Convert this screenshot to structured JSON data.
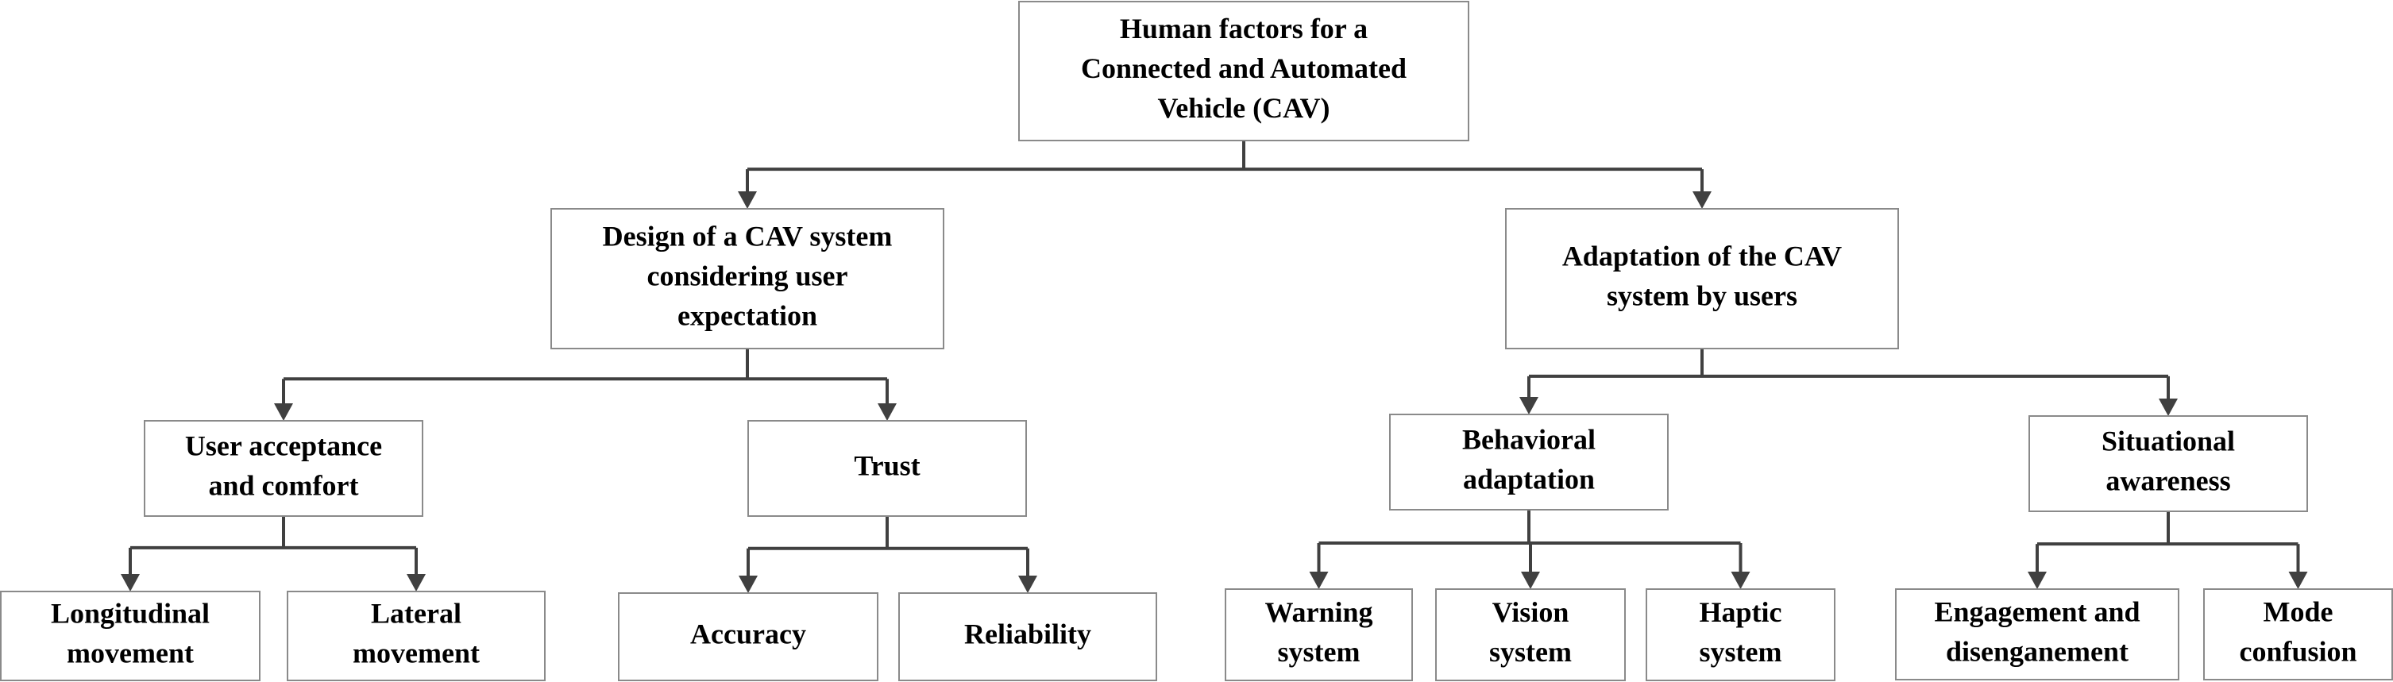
{
  "nodes": {
    "root": {
      "lines": [
        "Human factors for a",
        "Connected and Automated",
        "Vehicle (CAV)"
      ]
    },
    "design": {
      "lines": [
        "Design of a CAV system",
        "considering user",
        "expectation"
      ]
    },
    "adaptation": {
      "lines": [
        "Adaptation of the CAV",
        "system by users"
      ]
    },
    "acceptance": {
      "lines": [
        "User acceptance",
        "and comfort"
      ]
    },
    "trust": {
      "lines": [
        "Trust"
      ]
    },
    "behavioral": {
      "lines": [
        "Behavioral",
        "adaptation"
      ]
    },
    "situational": {
      "lines": [
        "Situational",
        "awareness"
      ]
    },
    "longitudinal": {
      "lines": [
        "Longitudinal",
        "movement"
      ]
    },
    "lateral": {
      "lines": [
        "Lateral",
        "movement"
      ]
    },
    "accuracy": {
      "lines": [
        "Accuracy"
      ]
    },
    "reliability": {
      "lines": [
        "Reliability"
      ]
    },
    "warning": {
      "lines": [
        "Warning",
        "system"
      ]
    },
    "vision": {
      "lines": [
        "Vision",
        "system"
      ]
    },
    "haptic": {
      "lines": [
        "Haptic",
        "system"
      ]
    },
    "engagement": {
      "lines": [
        "Engagement and",
        "disenganement"
      ]
    },
    "mode": {
      "lines": [
        "Mode",
        "confusion"
      ]
    }
  },
  "edges": [
    {
      "from": "root",
      "to": [
        "design",
        "adaptation"
      ]
    },
    {
      "from": "design",
      "to": [
        "acceptance",
        "trust"
      ]
    },
    {
      "from": "adaptation",
      "to": [
        "behavioral",
        "situational"
      ]
    },
    {
      "from": "acceptance",
      "to": [
        "longitudinal",
        "lateral"
      ]
    },
    {
      "from": "trust",
      "to": [
        "accuracy",
        "reliability"
      ]
    },
    {
      "from": "behavioral",
      "to": [
        "warning",
        "vision",
        "haptic"
      ]
    },
    {
      "from": "situational",
      "to": [
        "engagement",
        "mode"
      ]
    }
  ],
  "colors": {
    "box_border": "#8a8a8a",
    "connector": "#404040",
    "text": "#000000"
  }
}
